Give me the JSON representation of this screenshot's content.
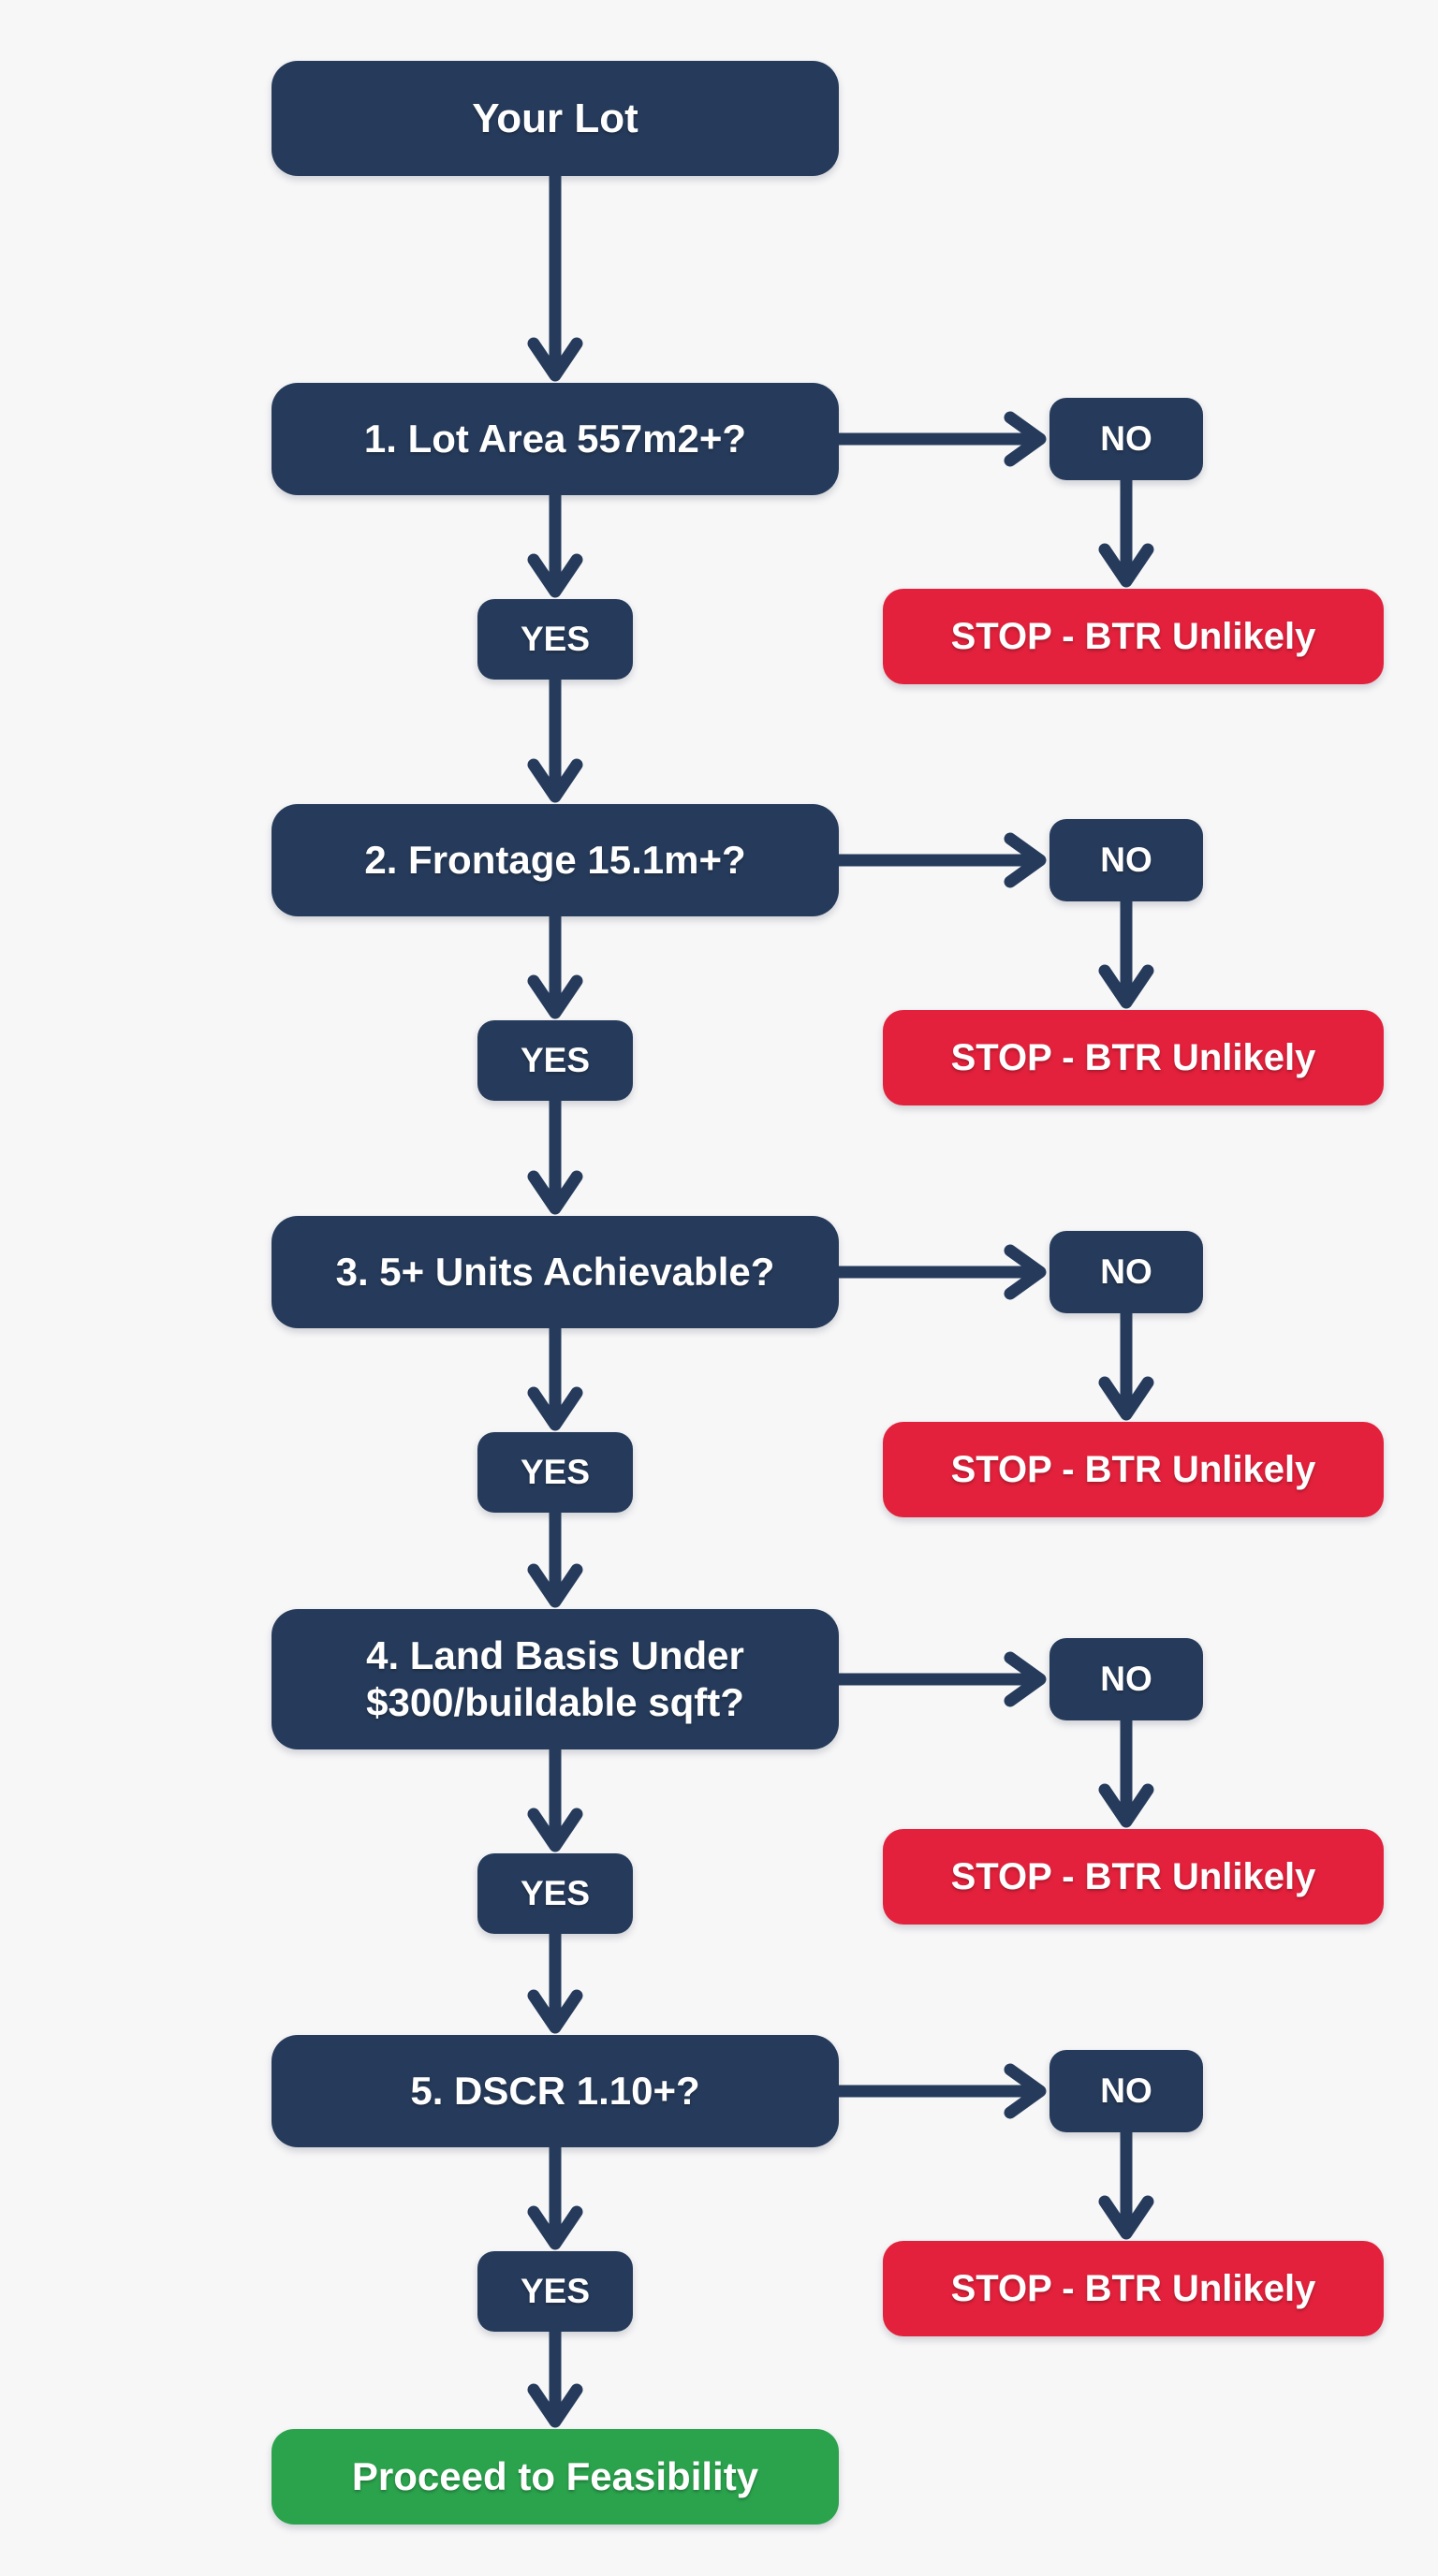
{
  "colors": {
    "navy": "#263B5B",
    "red": "#E3213C",
    "green": "#2BA34D",
    "bg": "#F7F7F8",
    "text": "#FFFFFF"
  },
  "flow": {
    "start_label": "Your Lot",
    "stages": [
      {
        "question": "1. Lot Area 557m2+?",
        "yes_label": "YES",
        "no_label": "NO",
        "stop_label": "STOP - BTR Unlikely"
      },
      {
        "question": "2. Frontage 15.1m+?",
        "yes_label": "YES",
        "no_label": "NO",
        "stop_label": "STOP - BTR Unlikely"
      },
      {
        "question": "3. 5+ Units Achievable?",
        "yes_label": "YES",
        "no_label": "NO",
        "stop_label": "STOP - BTR Unlikely"
      },
      {
        "question": "4. Land Basis Under $300/buildable sqft?",
        "yes_label": "YES",
        "no_label": "NO",
        "stop_label": "STOP - BTR Unlikely"
      },
      {
        "question": "5. DSCR 1.10+?",
        "yes_label": "YES",
        "no_label": "NO",
        "stop_label": "STOP - BTR Unlikely"
      }
    ],
    "end_label": "Proceed to Feasibility"
  }
}
